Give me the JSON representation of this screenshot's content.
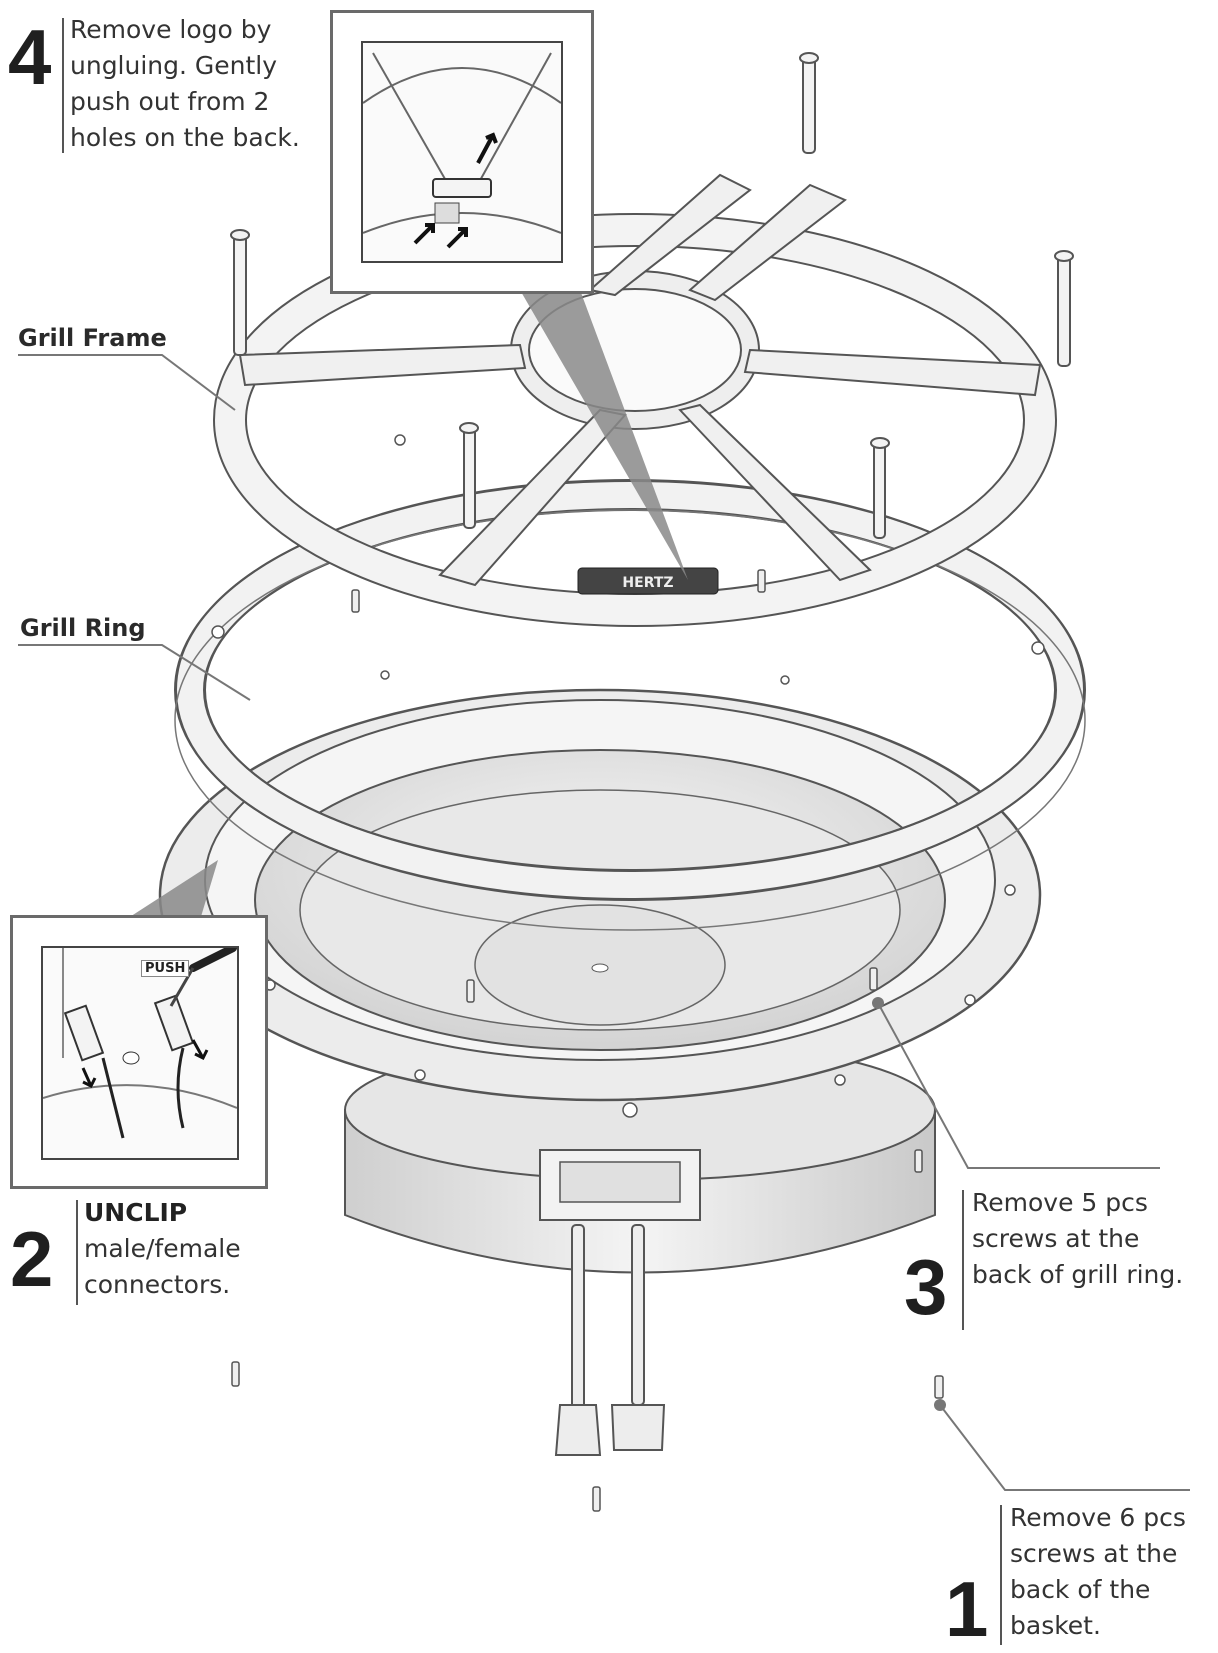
{
  "steps": [
    {
      "number": "4",
      "text": "Remove logo by ungluing. Gently push out from 2 holes on the back."
    },
    {
      "number": "2",
      "strong": "UNCLIP",
      "text": "male/female connectors."
    },
    {
      "number": "3",
      "text": "Remove 5 pcs screws at the back of grill ring."
    },
    {
      "number": "1",
      "text": "Remove 6 pcs screws at the back of the basket."
    }
  ],
  "labels": {
    "grill_frame": "Grill Frame",
    "grill_ring": "Grill Ring",
    "push": "PUSH",
    "logo": "HERTZ"
  },
  "colors": {
    "line": "#555555",
    "part_fill": "#f1f1f1",
    "shade": "#d9d9d9",
    "callout": "#8a8a8a"
  }
}
